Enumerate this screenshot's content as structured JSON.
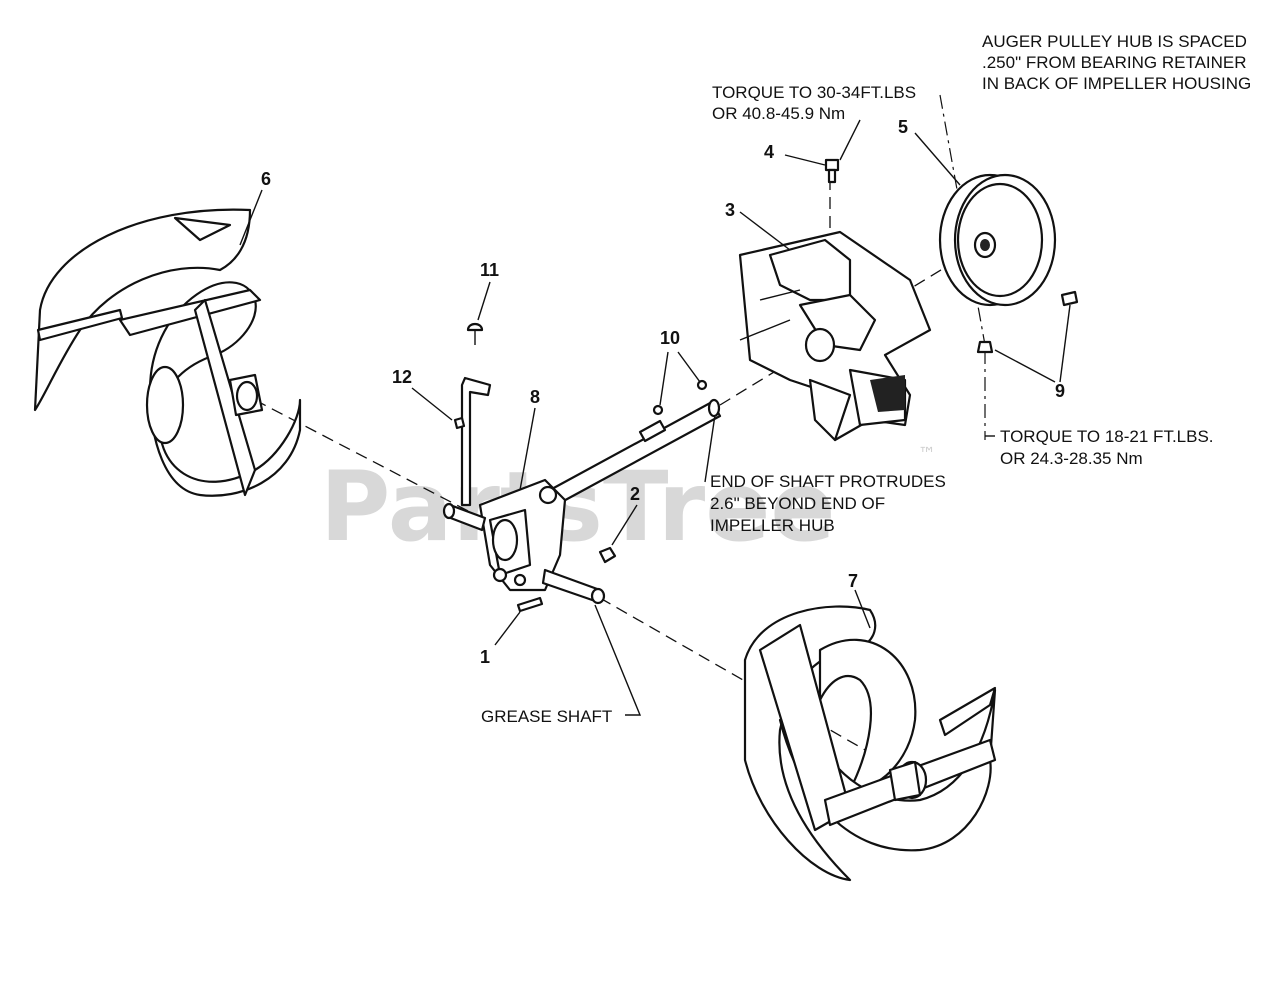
{
  "watermark": {
    "text": "PartsTree",
    "tm": "™"
  },
  "notes": {
    "pulley_hub": [
      "AUGER PULLEY HUB IS SPACED",
      ".250\" FROM BEARING RETAINER",
      "IN BACK OF IMPELLER HOUSING"
    ],
    "torque_bolt": [
      "TORQUE TO 30-34FT.LBS",
      "OR 40.8-45.9 Nm"
    ],
    "torque_nut": [
      "TORQUE TO 18-21 FT.LBS.",
      "OR 24.3-28.35 Nm"
    ],
    "shaft_protrude": [
      "END OF SHAFT PROTRUDES",
      "2.6\" BEYOND END OF",
      "IMPELLER HUB"
    ],
    "grease": [
      "GREASE SHAFT"
    ]
  },
  "callouts": {
    "c1": "1",
    "c2": "2",
    "c3": "3",
    "c4": "4",
    "c5": "5",
    "c6": "6",
    "c7": "7",
    "c8": "8",
    "c9": "9",
    "c10": "10",
    "c11": "11",
    "c12": "12"
  }
}
